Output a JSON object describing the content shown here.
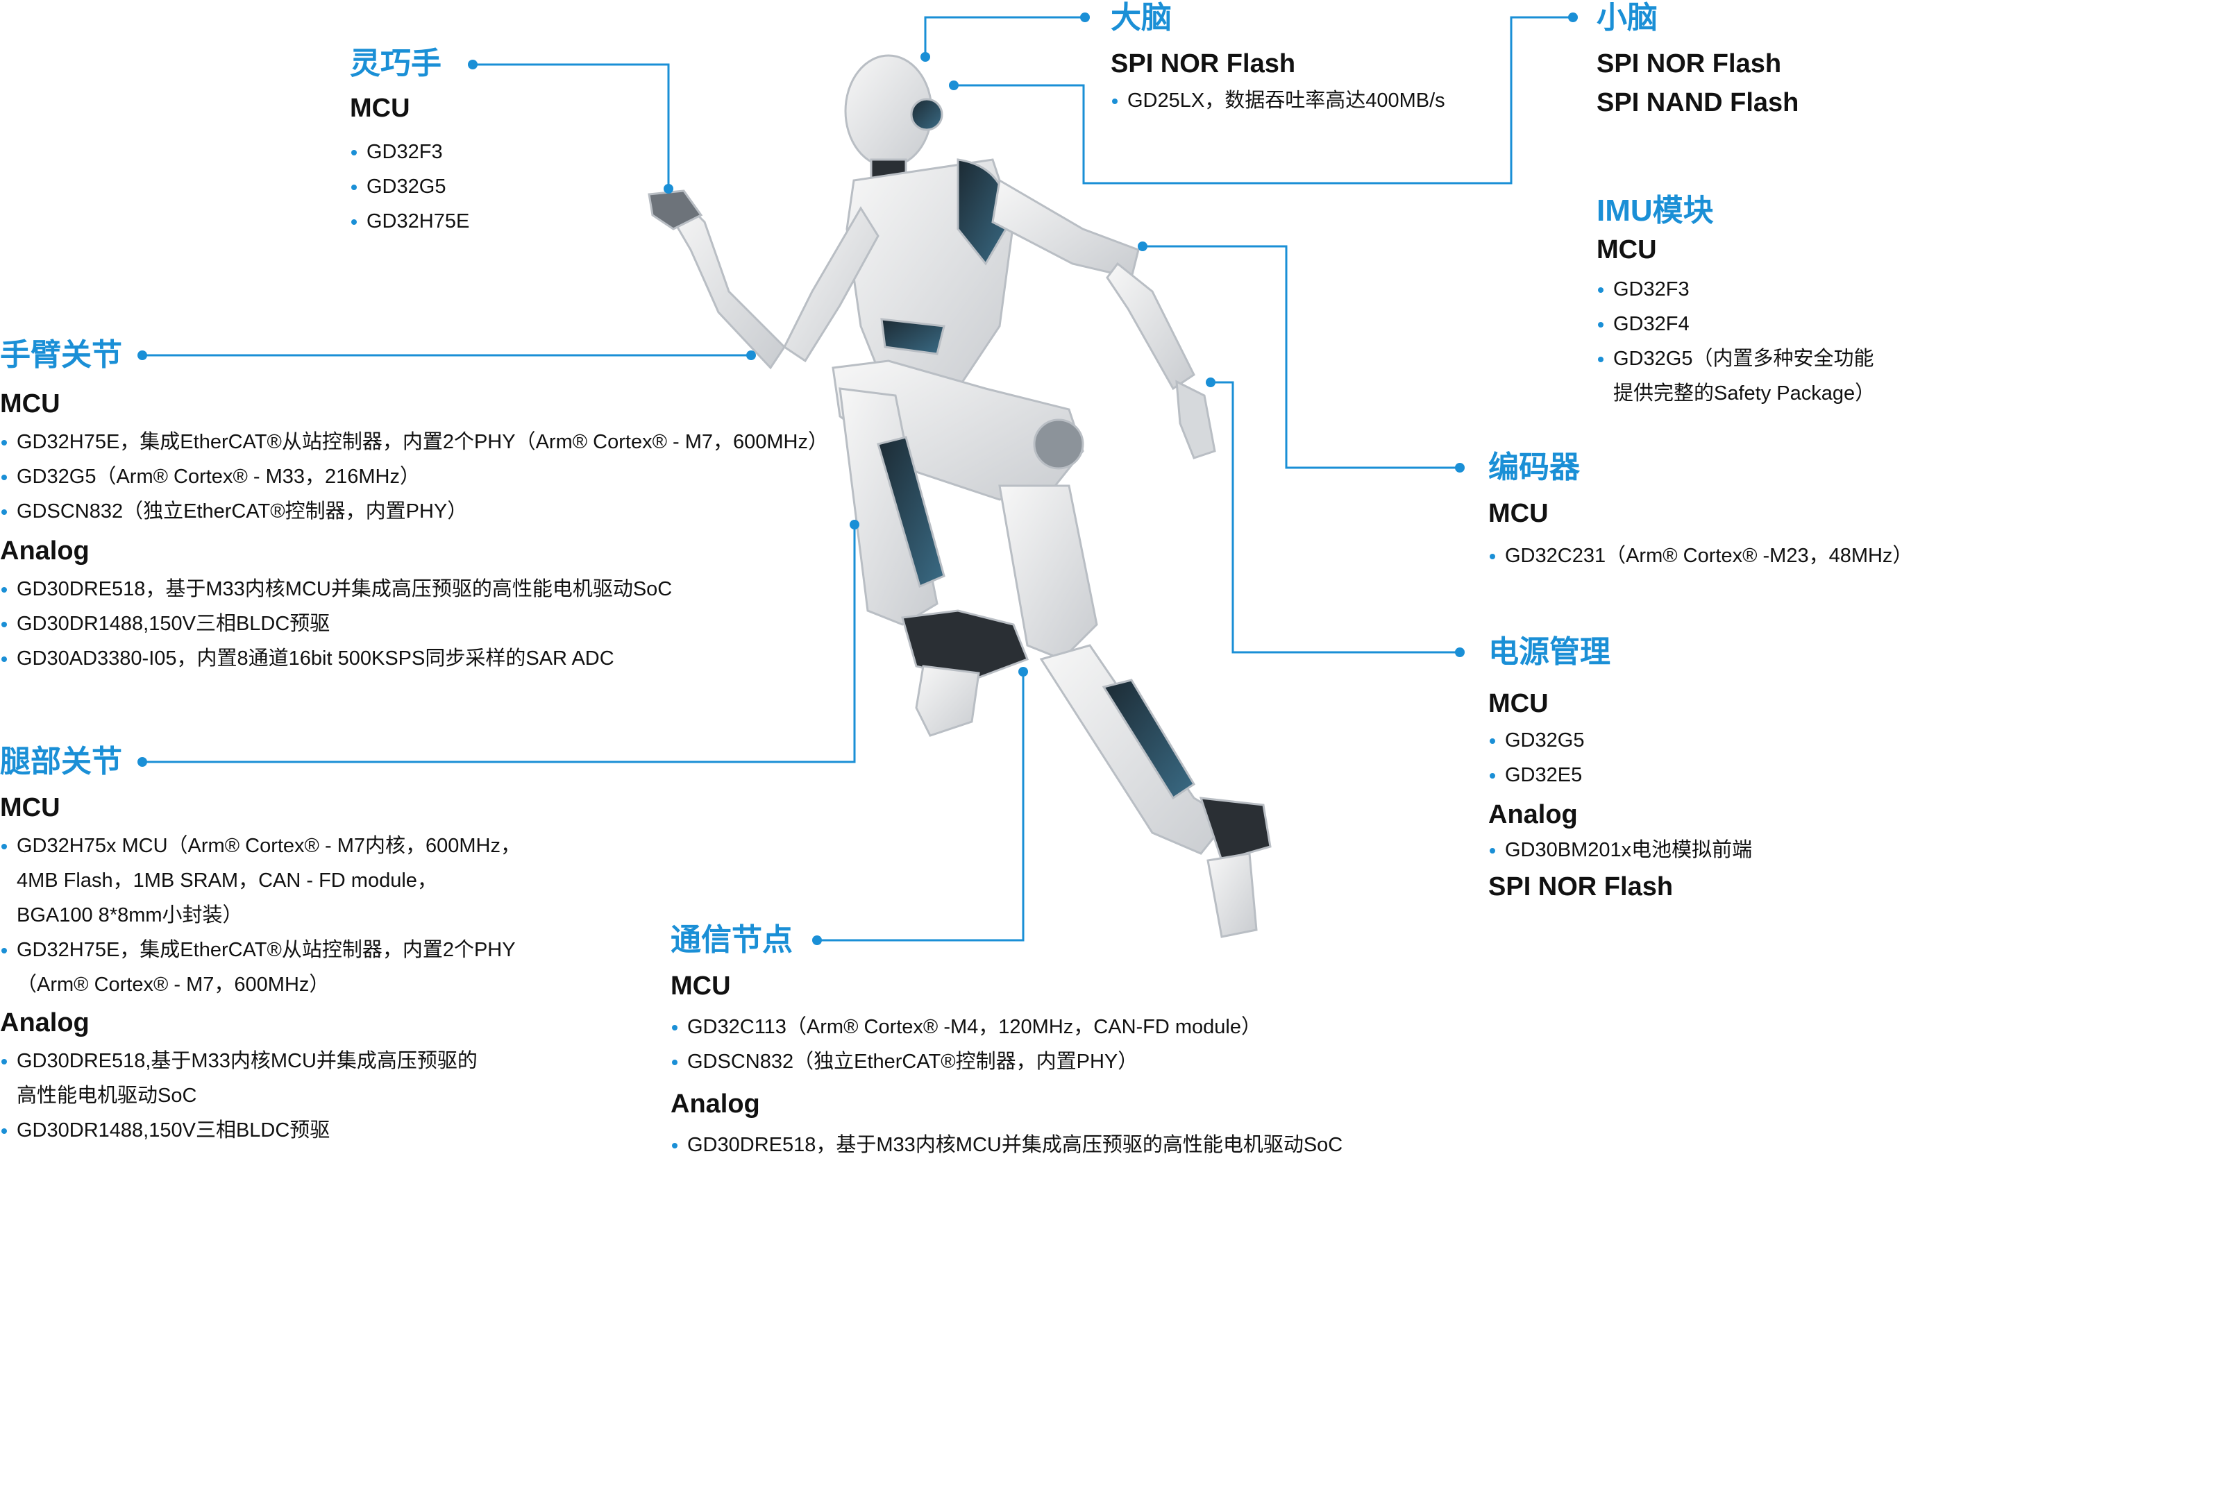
{
  "accent_color": "#1a8fd6",
  "robot_image": {
    "icon": "humanoid-robot-running-illustration"
  },
  "sections": {
    "dexterous_hand": {
      "title": "灵巧手",
      "groups": [
        {
          "category": "MCU",
          "items": [
            "GD32F3",
            "GD32G5",
            "GD32H75E"
          ]
        }
      ]
    },
    "arm_joint": {
      "title": "手臂关节",
      "groups": [
        {
          "category": "MCU",
          "items": [
            "GD32H75E，集成EtherCAT®从站控制器，内置2个PHY（Arm® Cortex® - M7，600MHz）",
            "GD32G5（Arm® Cortex® - M33，216MHz）",
            "GDSCN832（独立EtherCAT®控制器，内置PHY）"
          ]
        },
        {
          "category": "Analog",
          "items": [
            "GD30DRE518，基于M33内核MCU并集成高压预驱的高性能电机驱动SoC",
            "GD30DR1488,150V三相BLDC预驱",
            "GD30AD3380-I05，内置8通道16bit 500KSPS同步采样的SAR ADC"
          ]
        }
      ]
    },
    "leg_joint": {
      "title": "腿部关节",
      "groups": [
        {
          "category": "MCU",
          "items": [
            [
              "GD32H75x MCU（Arm® Cortex® - M7内核，600MHz，",
              "4MB Flash，1MB SRAM，CAN - FD module，",
              "BGA100 8*8mm小封装）"
            ],
            [
              "GD32H75E，集成EtherCAT®从站控制器，内置2个PHY",
              "（Arm® Cortex® - M7，600MHz）"
            ]
          ]
        },
        {
          "category": "Analog",
          "items": [
            [
              "GD30DRE518,基于M33内核MCU并集成高压预驱的",
              "高性能电机驱动SoC"
            ],
            [
              "GD30DR1488,150V三相BLDC预驱"
            ]
          ]
        }
      ]
    },
    "comm_node": {
      "title": "通信节点",
      "groups": [
        {
          "category": "MCU",
          "items": [
            "GD32C113（Arm® Cortex® -M4，120MHz，CAN-FD module）",
            "GDSCN832（独立EtherCAT®控制器，内置PHY）"
          ]
        },
        {
          "category": "Analog",
          "items": [
            "GD30DRE518，基于M33内核MCU并集成高压预驱的高性能电机驱动SoC"
          ]
        }
      ]
    },
    "brain": {
      "title": "大脑",
      "groups": [
        {
          "category": "SPI NOR Flash",
          "items": [
            "GD25LX，数据吞吐率高达400MB/s"
          ]
        }
      ]
    },
    "cerebellum": {
      "title": "小脑",
      "groups": [
        {
          "category": "SPI NOR Flash",
          "items": []
        },
        {
          "category": "SPI NAND Flash",
          "items": []
        }
      ]
    },
    "imu": {
      "title": "IMU模块",
      "groups": [
        {
          "category": "MCU",
          "items": [
            [
              "GD32F3"
            ],
            [
              "GD32F4"
            ],
            [
              "GD32G5（内置多种安全功能",
              "提供完整的Safety Package）"
            ]
          ]
        }
      ]
    },
    "encoder": {
      "title": "编码器",
      "groups": [
        {
          "category": "MCU",
          "items": [
            "GD32C231（Arm® Cortex® -M23，48MHz）"
          ]
        }
      ]
    },
    "power": {
      "title": "电源管理",
      "groups": [
        {
          "category": "MCU",
          "items": [
            "GD32G5",
            "GD32E5"
          ]
        },
        {
          "category": "Analog",
          "items": [
            "GD30BM201x电池模拟前端"
          ]
        },
        {
          "category": "SPI NOR Flash",
          "items": []
        }
      ]
    }
  }
}
